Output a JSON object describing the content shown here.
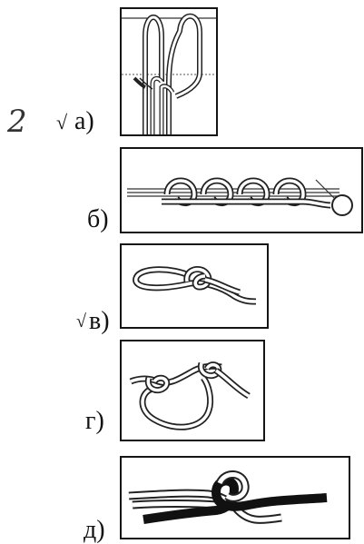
{
  "figure": {
    "items": [
      {
        "id": "a",
        "label": "а)",
        "check": "√",
        "annotation": "2"
      },
      {
        "id": "b",
        "label": "б)"
      },
      {
        "id": "v",
        "label": "в)",
        "check": "√"
      },
      {
        "id": "g",
        "label": "г)"
      },
      {
        "id": "d",
        "label": "д)"
      }
    ]
  }
}
